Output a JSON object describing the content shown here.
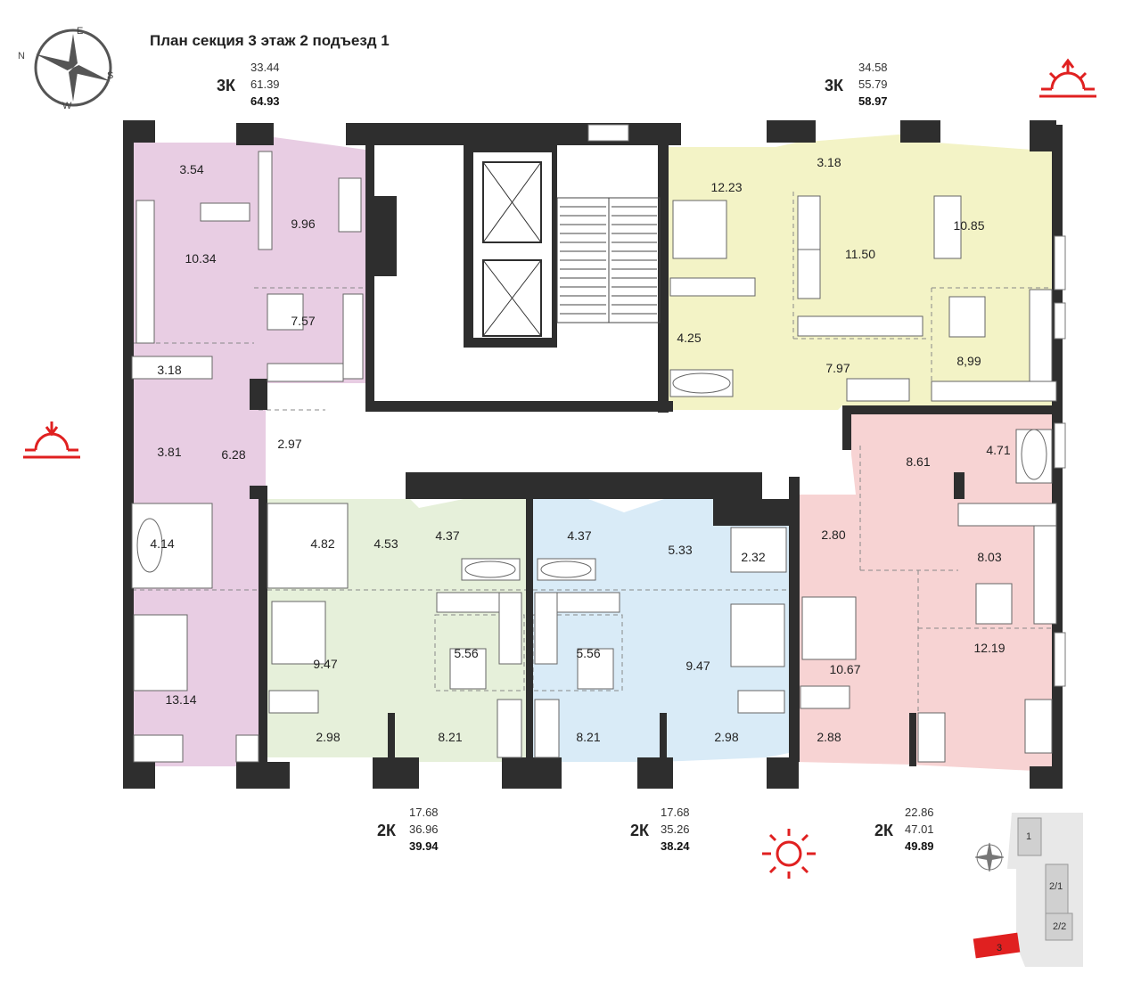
{
  "title": "План секция 3 этаж 2 подъезд 1",
  "colors": {
    "wall": "#2e2e2e",
    "apt_purple": "#e8cde3",
    "apt_yellow": "#f3f3c6",
    "apt_green": "#e6f0da",
    "apt_blue": "#d9ebf7",
    "apt_pink": "#f7d3d3",
    "sun_red": "#e02020"
  },
  "compass": {
    "n": "N",
    "e": "E",
    "s": "S",
    "w": "W"
  },
  "apartments": [
    {
      "id": "top-left",
      "type": "3К",
      "living": "33.44",
      "area": "61.39",
      "total": "64.93"
    },
    {
      "id": "top-right",
      "type": "3К",
      "living": "34.58",
      "area": "55.79",
      "total": "58.97"
    },
    {
      "id": "bottom-left",
      "type": "2К",
      "living": "17.68",
      "area": "36.96",
      "total": "39.94"
    },
    {
      "id": "bottom-middle",
      "type": "2К",
      "living": "17.68",
      "area": "35.26",
      "total": "38.24"
    },
    {
      "id": "bottom-right",
      "type": "2К",
      "living": "22.86",
      "area": "47.01",
      "total": "49.89"
    }
  ],
  "rooms": [
    "3.54",
    "10.34",
    "9.96",
    "7.57",
    "3.18",
    "3.81",
    "6.28",
    "2.97",
    "4.14",
    "13.14",
    "12.23",
    "3.18",
    "11.50",
    "10.85",
    "4.25",
    "7.97",
    "8,99",
    "8.61",
    "4.71",
    "2.80",
    "8.03",
    "10.67",
    "12.19",
    "2.88",
    "4.82",
    "4.53",
    "4.37",
    "9.47",
    "5.56",
    "2.98",
    "8.21",
    "4.37",
    "5.33",
    "2.32",
    "5.56",
    "9.47",
    "8.21",
    "2.98"
  ],
  "site_plan": {
    "labels": [
      "1",
      "2/1",
      "2/2",
      "3"
    ]
  }
}
